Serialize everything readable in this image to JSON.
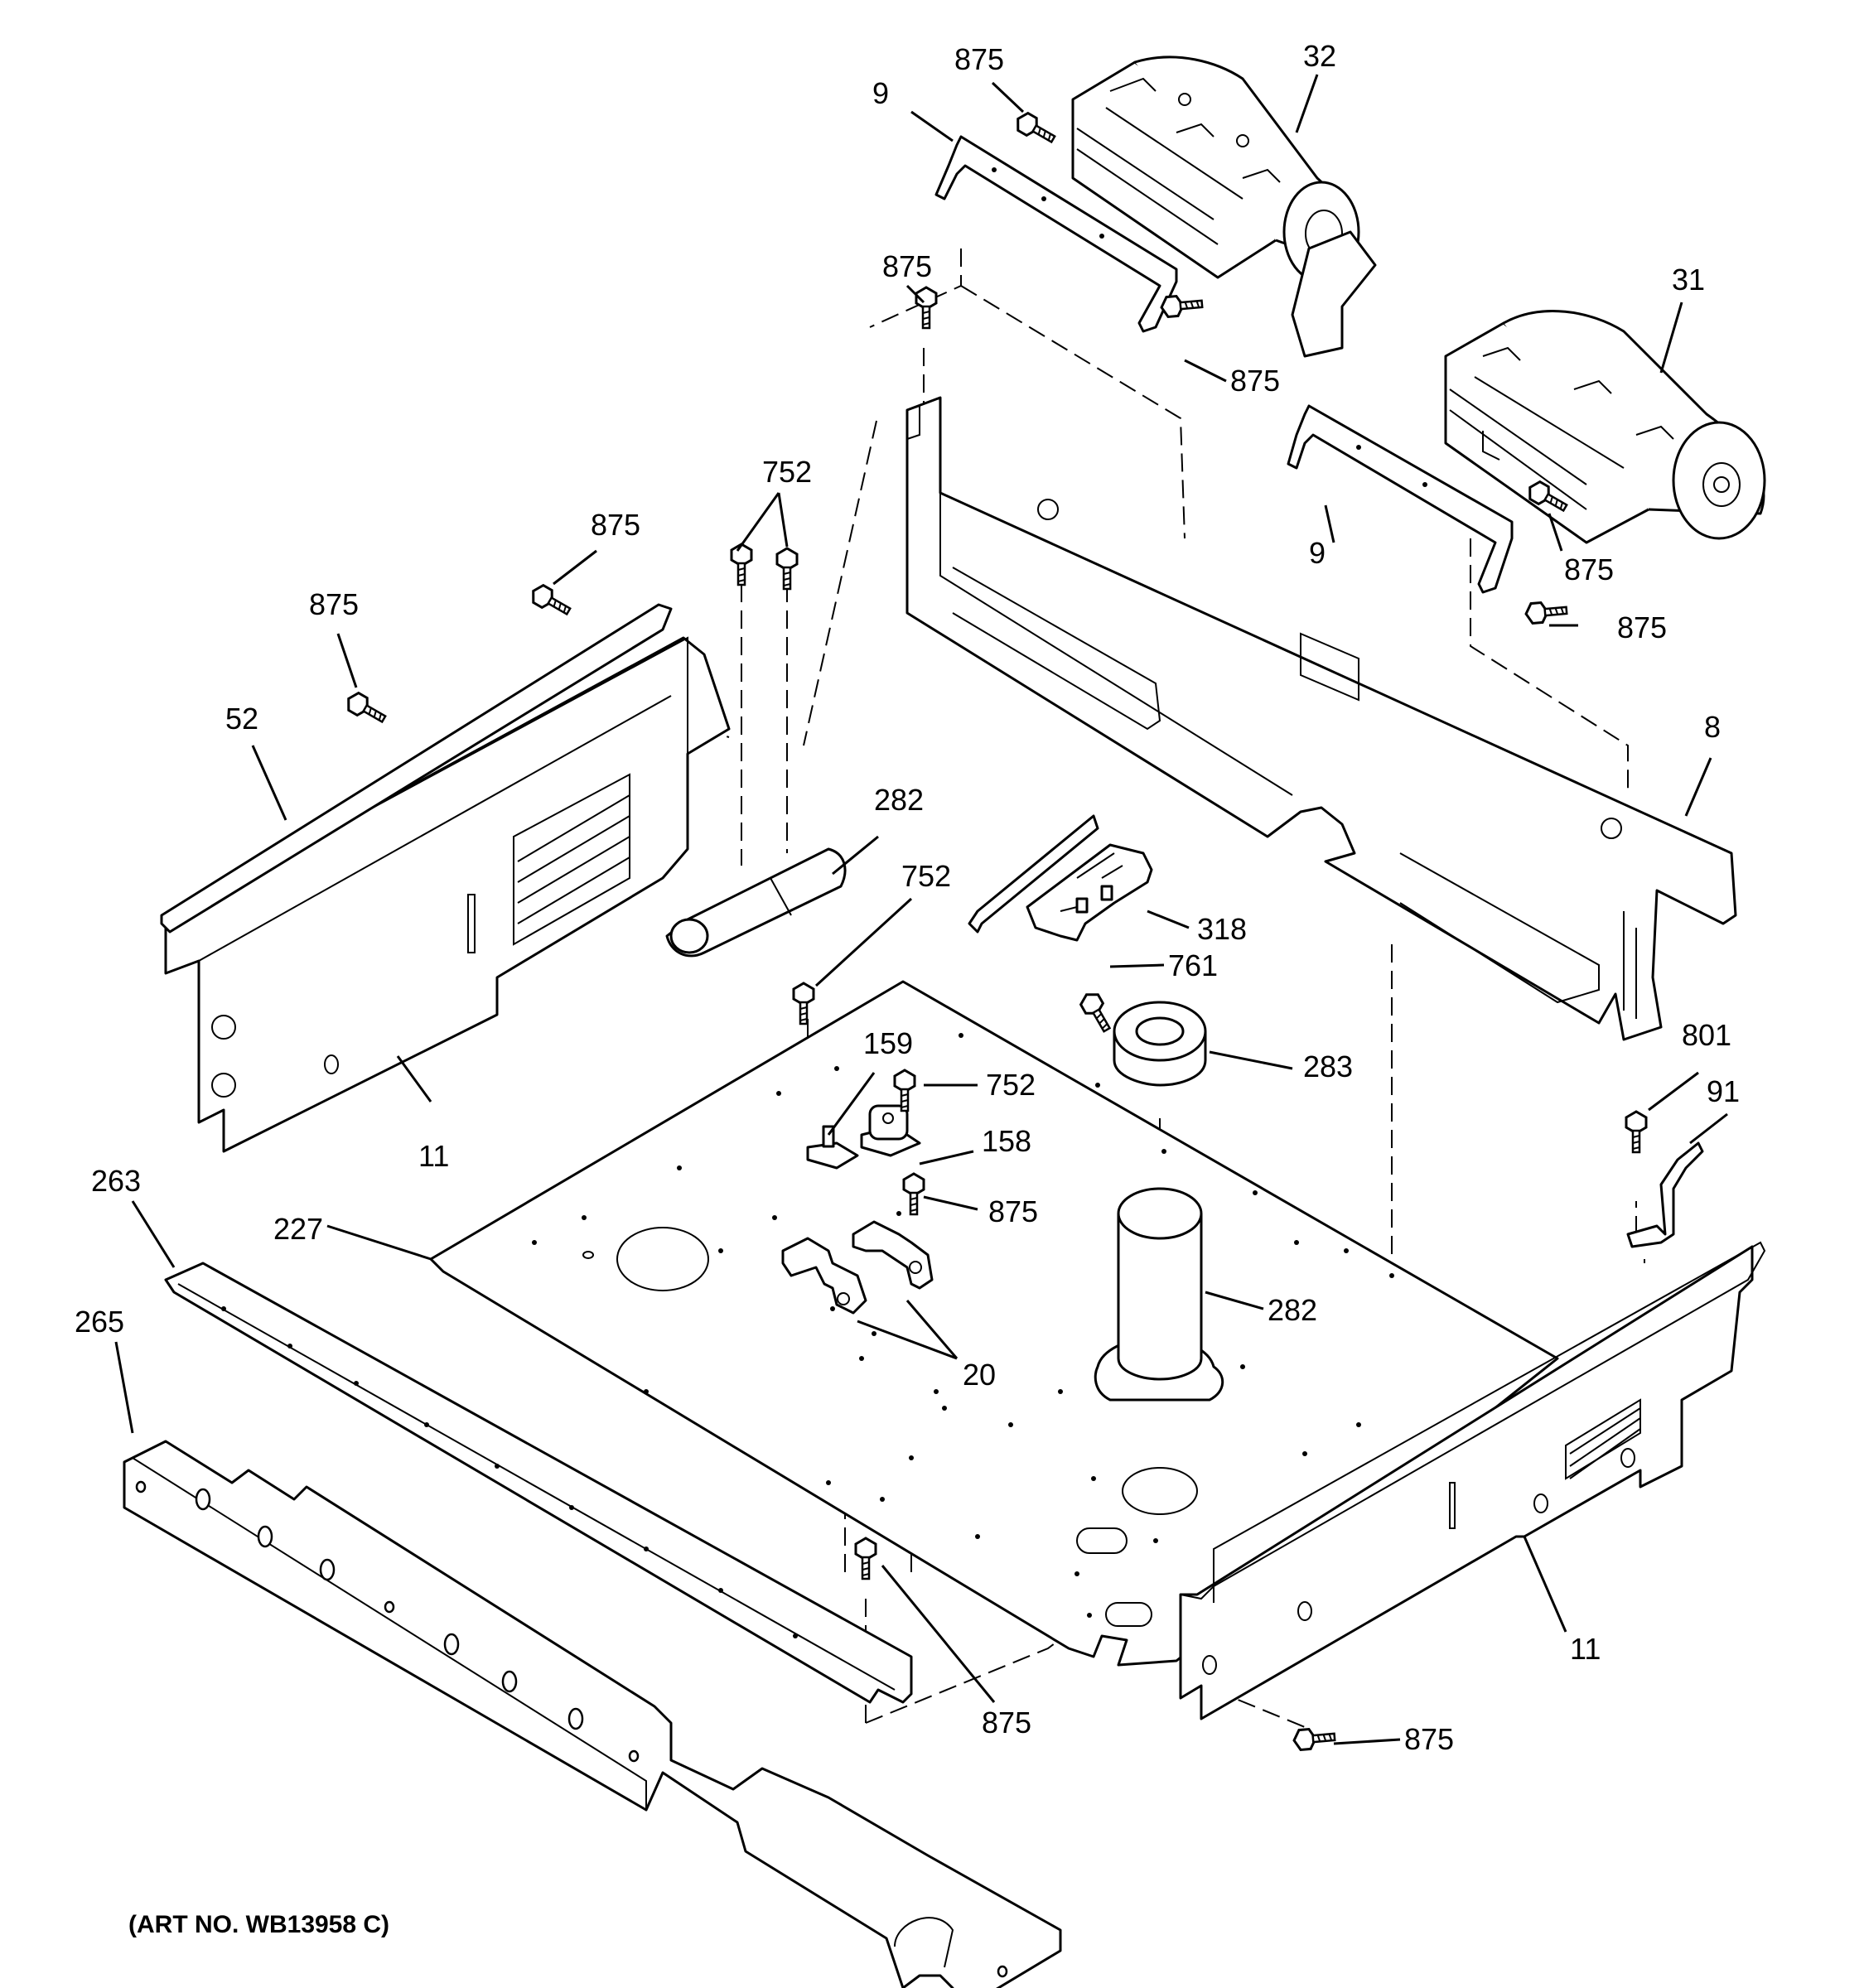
{
  "diagram": {
    "art_number": "(ART NO. WB13958 C)",
    "labels": {
      "l875_a": "875",
      "l32": "32",
      "l9_a": "9",
      "l875_b": "875",
      "l875_c": "875",
      "l31": "31",
      "l752_a": "752",
      "l875_d": "875",
      "l875_e": "875",
      "l9_b": "9",
      "l875_f": "875",
      "l875_g": "875",
      "l52": "52",
      "l282_a": "282",
      "l8": "8",
      "l752_b": "752",
      "l318": "318",
      "l761": "761",
      "l11_a": "11",
      "l159": "159",
      "l283": "283",
      "l752_c": "752",
      "l801": "801",
      "l91": "91",
      "l158": "158",
      "l263": "263",
      "l875_h": "875",
      "l227": "227",
      "l265": "265",
      "l282_b": "282",
      "l20": "20",
      "l11_b": "11",
      "l875_i": "875",
      "l875_j": "875"
    }
  }
}
